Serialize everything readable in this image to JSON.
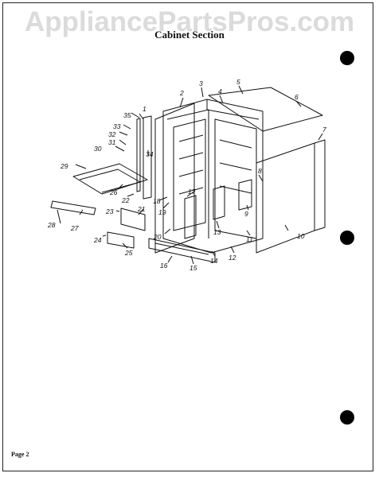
{
  "watermark": "AppliancePartsPros.com",
  "title": "Cabinet Section",
  "footer": "Page 2",
  "part_labels": [
    "1",
    "2",
    "3",
    "4",
    "5",
    "6",
    "7",
    "8",
    "9",
    "10",
    "11",
    "12",
    "13",
    "14",
    "15",
    "16",
    "17",
    "18",
    "19",
    "20",
    "21",
    "22",
    "23",
    "24",
    "25",
    "26",
    "27",
    "28",
    "29",
    "30",
    "31",
    "32",
    "33",
    "34",
    "35"
  ]
}
